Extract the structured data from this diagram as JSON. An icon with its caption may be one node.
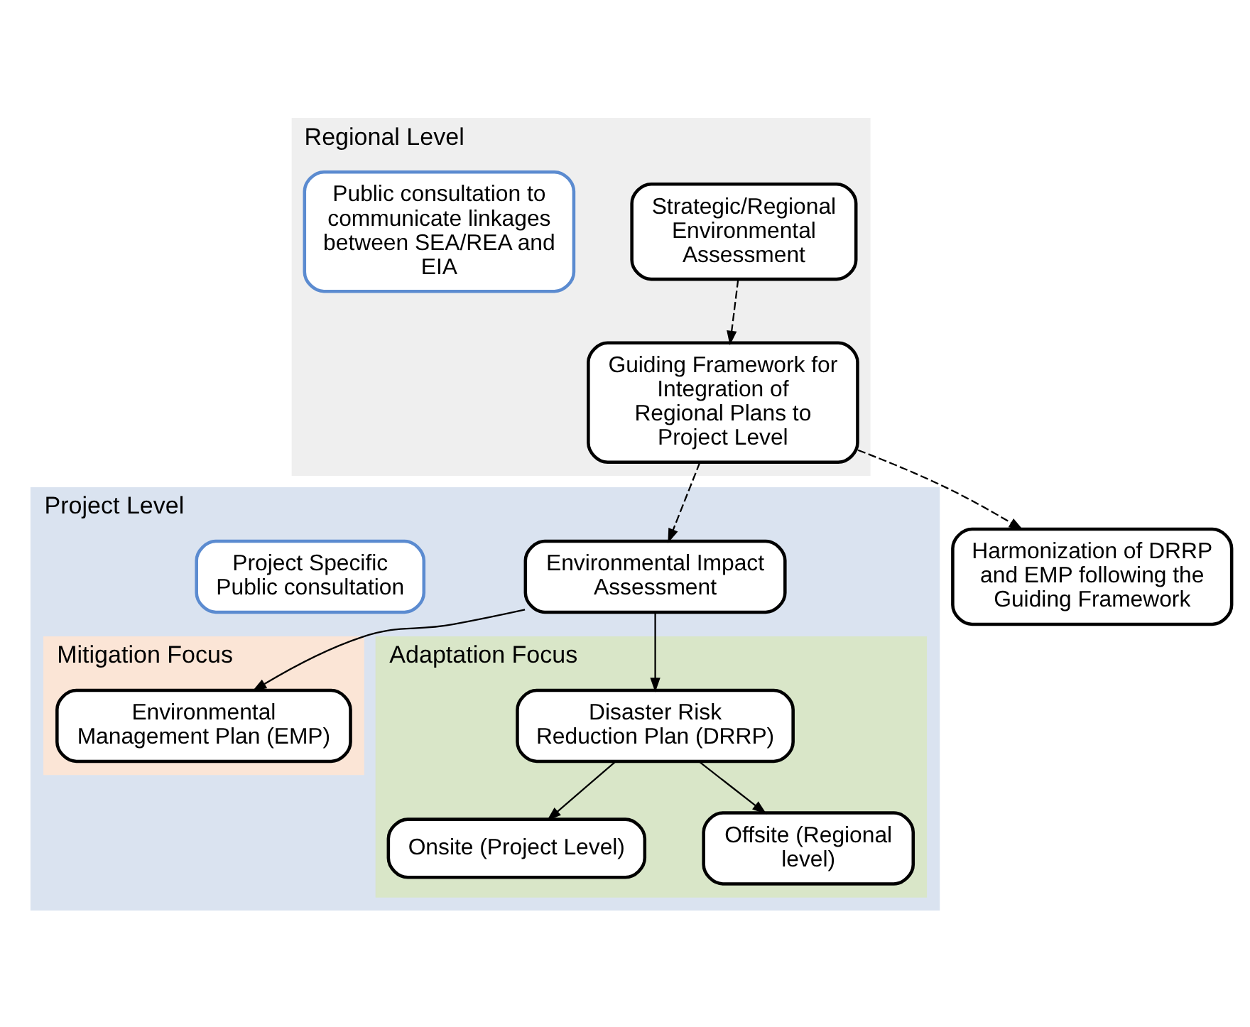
{
  "diagram": {
    "nodes": [
      {
        "text": [
          "Regional Level"
        ]
      },
      {
        "text": [
          "Strategic/Regional Environmental Assessment"
        ],
        "in": 0
      },
      {
        "text": [
          "Public consultation to communicate linkages between SEA/REA and EIA"
        ],
        "in": 0
      },
      {
        "text": [
          "Guiding Framework for Integration of Regional Plans to Project Level"
        ],
        "in": 0
      },
      {
        "text": [
          "Project Level"
        ]
      },
      {
        "text": [
          "Environmental Impact Assessment"
        ],
        "in": 4
      },
      {
        "text": [
          "Project Specific Public consultation"
        ],
        "in": 4
      },
      {
        "text": [
          "Mitigation Focus"
        ],
        "in": 4
      },
      {
        "text": [
          "Environmental Management Plan (EMP)"
        ],
        "in": 7
      },
      {
        "text": [
          "Adaptation Focus"
        ],
        "in": 4
      },
      {
        "text": [
          "Disaster Risk Reduction Plan (DRRP)"
        ],
        "in": 9
      },
      {
        "text": [
          "Onsite (Project Level)"
        ],
        "in": 9
      },
      {
        "text": [
          "Offsite (Regional level)"
        ],
        "in": 9
      },
      {
        "text": [
          "Harmonization of DRRP and EMP following the Guiding Framework"
        ]
      }
    ],
    "edges": [
      {
        "from": 1,
        "to": 3,
        "arrow": "to",
        "style": "dashed"
      },
      {
        "from": 3,
        "to": 5,
        "arrow": "to",
        "style": "dashed"
      },
      {
        "from": 5,
        "to": 8,
        "arrow": "to"
      },
      {
        "from": 5,
        "to": 10,
        "arrow": "to"
      },
      {
        "from": 10,
        "to": 11,
        "arrow": "to"
      },
      {
        "from": 10,
        "to": 12,
        "arrow": "to"
      },
      {
        "from": 3,
        "to": 13,
        "arrow": "to",
        "style": "dashed"
      }
    ]
  }
}
